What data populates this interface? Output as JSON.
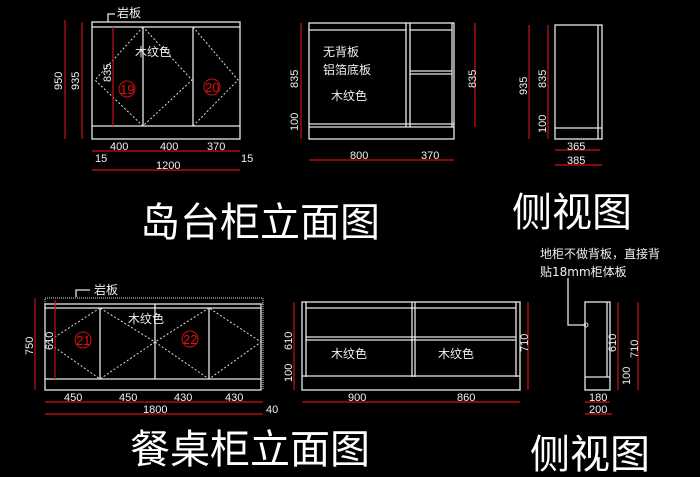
{
  "island": {
    "title": "岛台柜立面图",
    "side_title": "侧视图",
    "front": {
      "slab_label": "岩板",
      "finish": "木纹色",
      "door_tags": [
        "19",
        "20"
      ],
      "dims": {
        "h_total": "950",
        "h_body": "935",
        "h_door": "835",
        "widths": [
          "400",
          "400",
          "370"
        ],
        "overhang_left": "15",
        "overhang_right": "15",
        "total": "1200"
      }
    },
    "back": {
      "notes": [
        "无背板",
        "铝箔底板"
      ],
      "finish": "木纹色",
      "dims": {
        "h_left": "835",
        "plinth": "100",
        "h_right": "835",
        "widths": [
          "800",
          "370"
        ]
      }
    },
    "side": {
      "dims": {
        "h_total": "935",
        "h_body": "835",
        "plinth": "100",
        "depth_inner": "365",
        "depth_total": "385"
      }
    }
  },
  "dining": {
    "title": "餐桌柜立面图",
    "side_title": "侧视图",
    "front": {
      "slab_label": "岩板",
      "finish": "木纹色",
      "door_tags": [
        "21",
        "22"
      ],
      "dims": {
        "h_total": "750",
        "h_door": "610",
        "widths": [
          "450",
          "450",
          "430",
          "430"
        ],
        "total": "1800",
        "overhang": "40"
      }
    },
    "back": {
      "finish_left": "木纹色",
      "finish_right": "木纹色",
      "dims": {
        "h_body": "610",
        "plinth": "100",
        "h_total": "710",
        "widths": [
          "900",
          "860"
        ]
      }
    },
    "side": {
      "note": [
        "地柜不做背板，直接背",
        "贴18mm柜体板"
      ],
      "dims": {
        "h_body": "610",
        "plinth": "100",
        "h_total": "710",
        "depth_inner": "180",
        "depth_total": "200"
      }
    }
  }
}
